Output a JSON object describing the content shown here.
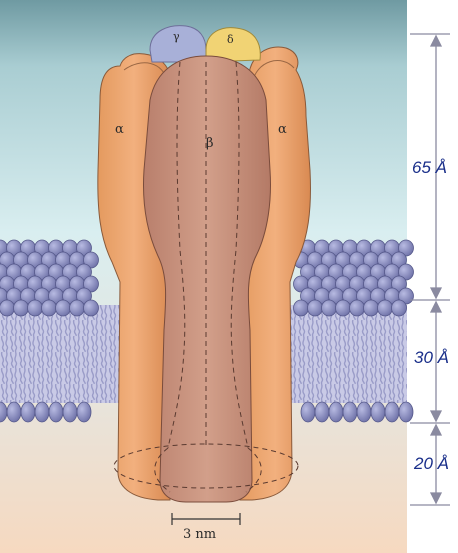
{
  "labels": {
    "subunit_alpha_left": "α",
    "subunit_alpha_right": "α",
    "subunit_beta": "β",
    "subunit_gamma": "γ",
    "subunit_delta": "δ",
    "pore_width": "3 nm"
  },
  "dimensions": {
    "upper": "65 Å",
    "middle": "30 Å",
    "lower": "20 Å"
  },
  "colors": {
    "extracellular": "#cbe6ea",
    "cytoplasm": "#f6dcc5",
    "lipid_heads": "#8f92c4",
    "alpha": "#e9a26b",
    "beta": "#c9927d",
    "gamma": "#a8b0d8",
    "delta": "#f1d374",
    "dimension_text": "#1a2f8a"
  }
}
